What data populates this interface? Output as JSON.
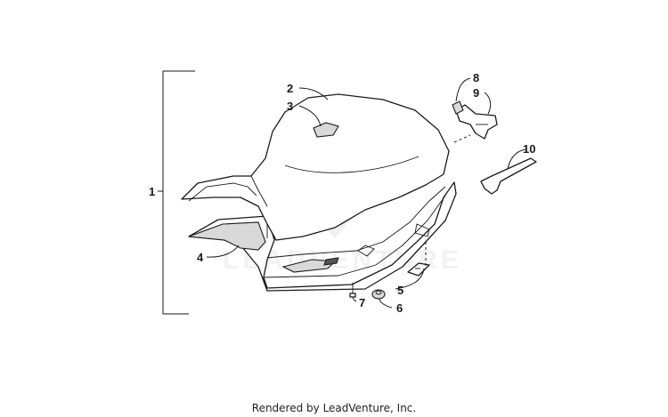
{
  "diagram": {
    "callouts": [
      {
        "id": "1",
        "label": "1"
      },
      {
        "id": "2",
        "label": "2"
      },
      {
        "id": "3",
        "label": "3"
      },
      {
        "id": "4",
        "label": "4"
      },
      {
        "id": "5",
        "label": "5"
      },
      {
        "id": "6",
        "label": "6"
      },
      {
        "id": "7",
        "label": "7"
      },
      {
        "id": "8",
        "label": "8"
      },
      {
        "id": "9",
        "label": "9"
      },
      {
        "id": "10",
        "label": "10"
      }
    ],
    "watermark": {
      "text": "LEADVENTURE"
    }
  },
  "footer": {
    "text": "Rendered by LeadVenture, Inc."
  },
  "colors": {
    "line": "#1a1a1a",
    "watermark": "#e6e6e6",
    "background": "#ffffff"
  }
}
